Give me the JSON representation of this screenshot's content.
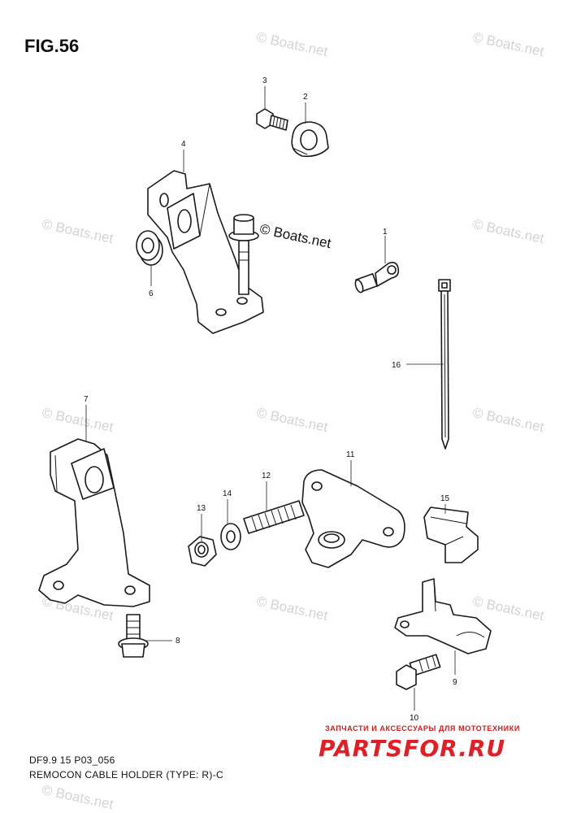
{
  "title": "FIG.56",
  "diagram_code": "DF9.9 15 P03_056",
  "caption": "REMOCON CABLE HOLDER (TYPE: R)-C",
  "watermark_text": "© Boats.net",
  "brand_tagline": "ЗАПЧАСТИ И АКСЕССУАРЫ ДЛЯ МОТОТЕХНИКИ",
  "brand_name": "PARTSFOR.RU",
  "brand_color": "#e41e25",
  "callouts": [
    "1",
    "2",
    "3",
    "4",
    "6",
    "7",
    "8",
    "9",
    "10",
    "11",
    "12",
    "13",
    "14",
    "15",
    "16"
  ]
}
